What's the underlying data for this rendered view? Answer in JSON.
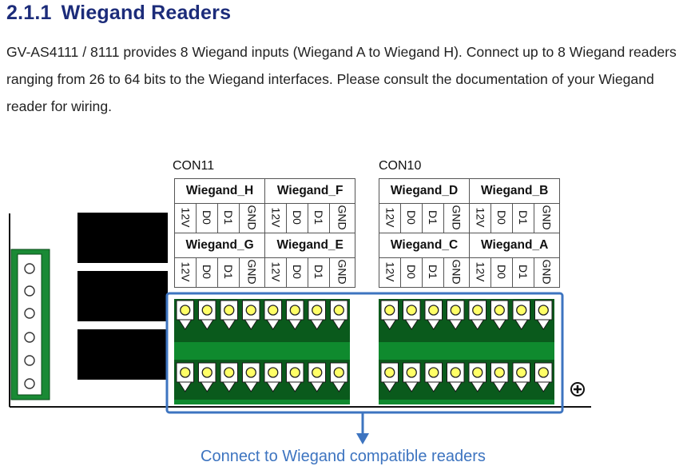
{
  "section": {
    "number": "2.1.1",
    "title": "Wiegand Readers",
    "body": "GV-AS4111 / 8111 provides 8 Wiegand inputs (Wiegand A to Wiegand H). Connect up to 8 Wiegand readers ranging from 26 to 64 bits to the Wiegand interfaces. Please consult the documentation of your Wiegand reader for wiring."
  },
  "figure": {
    "pins": [
      "12V",
      "D0",
      "D1",
      "GND"
    ],
    "connectors": [
      {
        "label": "CON11",
        "top_row": [
          "Wiegand_H",
          "Wiegand_F"
        ],
        "bottom_row": [
          "Wiegand_G",
          "Wiegand_E"
        ]
      },
      {
        "label": "CON10",
        "top_row": [
          "Wiegand_D",
          "Wiegand_B"
        ],
        "bottom_row": [
          "Wiegand_C",
          "Wiegand_A"
        ]
      }
    ],
    "caption": "Connect to Wiegand compatible readers",
    "colors": {
      "heading": "#1c2c7a",
      "terminal_green": "#0f8a2e",
      "terminal_dark": "#0a5a1c",
      "screw_yellow": "#ffff66",
      "highlight_blue": "#3d74c0"
    }
  }
}
